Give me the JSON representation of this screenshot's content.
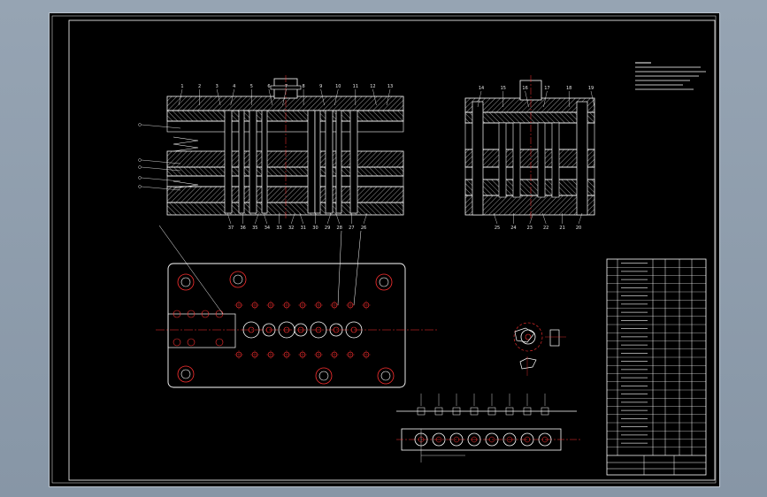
{
  "colors": {
    "background": "#8e9cab",
    "sheet": "#000000",
    "frame": "#ffffff",
    "outline": "#ffffff",
    "hatch": "#ffffff",
    "hole": "#ff3030",
    "centerline": "#ff3030",
    "part": "#c0c0c0"
  },
  "drawing": {
    "front_view_labels_top": [
      "1",
      "2",
      "3",
      "4",
      "5",
      "6",
      "7",
      "8",
      "9",
      "10",
      "11",
      "12",
      "13"
    ],
    "front_view_labels_bottom": [
      "37",
      "36",
      "35",
      "34",
      "33",
      "32",
      "31",
      "30",
      "29",
      "28",
      "27",
      "26"
    ],
    "side_view_labels_top": [
      "14",
      "15",
      "16",
      "17",
      "18",
      "19"
    ],
    "side_view_labels_bottom": [
      "25",
      "24",
      "23",
      "22",
      "21",
      "20"
    ],
    "strip_station_count": 8,
    "bom_rows": 24
  }
}
